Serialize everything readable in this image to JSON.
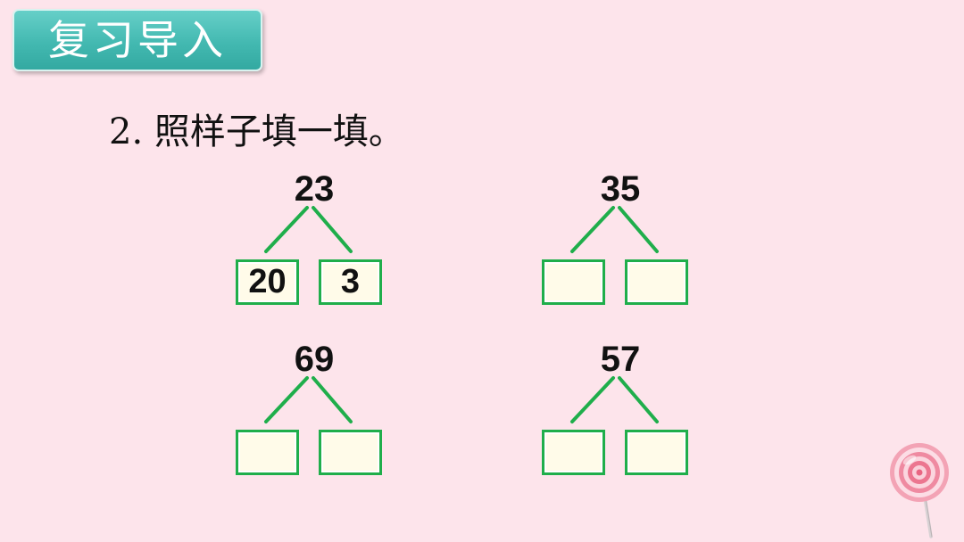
{
  "slide": {
    "badge_title": "复习导入",
    "question": "2. 照样子填一填。"
  },
  "trees": [
    {
      "total": "23",
      "parts": [
        "20",
        "3"
      ]
    },
    {
      "total": "35",
      "parts": [
        "",
        ""
      ]
    },
    {
      "total": "69",
      "parts": [
        "",
        ""
      ]
    },
    {
      "total": "57",
      "parts": [
        "",
        ""
      ]
    }
  ],
  "decoration": {
    "icon": "lollipop-icon"
  },
  "colors": {
    "background": "#fde4eb",
    "badge": "#43b9b1",
    "branch": "#1fae4b",
    "box_fill": "#fffbe9",
    "text": "#111111"
  }
}
